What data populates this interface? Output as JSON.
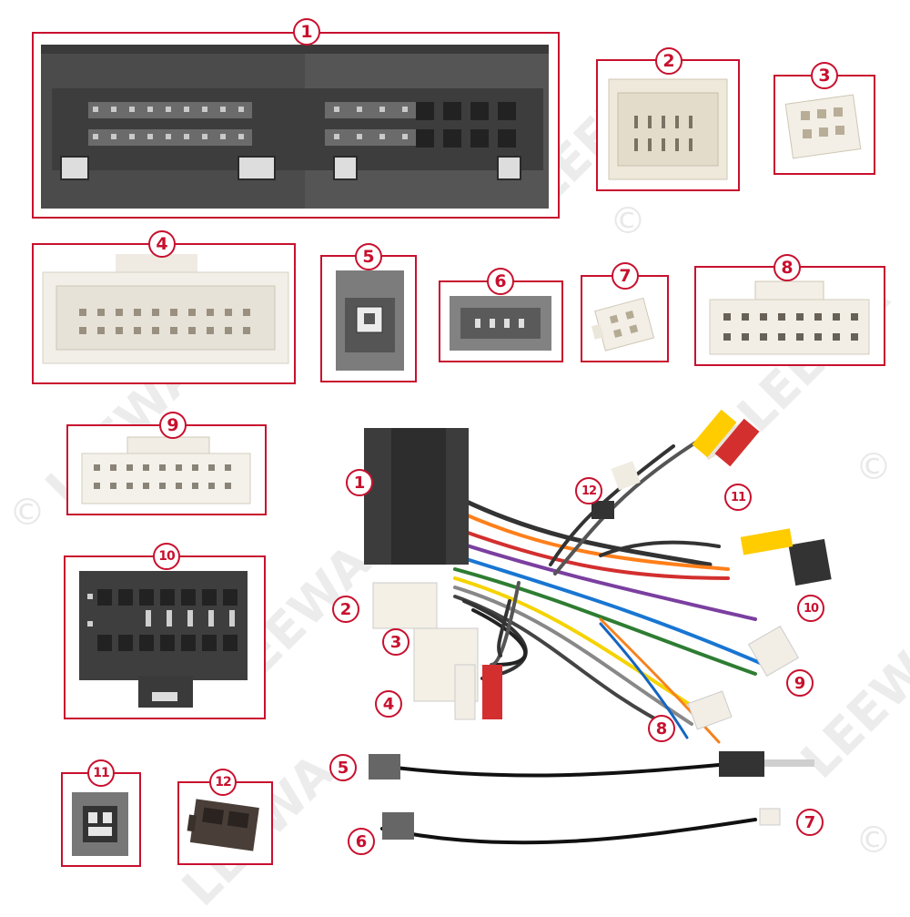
{
  "watermark": {
    "text": "LEEWA",
    "symbol": "©"
  },
  "labels": {
    "n1": "1",
    "n2": "2",
    "n3": "3",
    "n4": "4",
    "n5": "5",
    "n6": "6",
    "n7": "7",
    "n8": "8",
    "n9": "9",
    "n10": "10",
    "n11": "11",
    "n12": "12"
  },
  "colors": {
    "frame": "#c8102e",
    "connector_dark": "#4a4a4a",
    "connector_white": "#f2efe9",
    "connector_grey": "#7d7d7d"
  }
}
